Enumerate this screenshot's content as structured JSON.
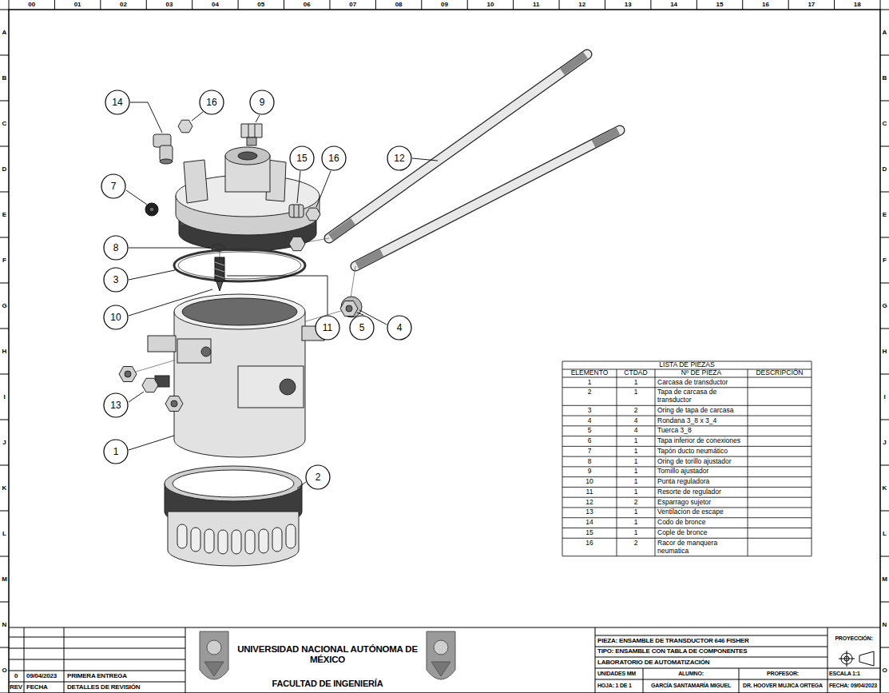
{
  "diagram": {
    "nodes": [
      {
        "text": [
          "14"
        ]
      },
      {
        "text": [
          "16"
        ]
      },
      {
        "text": [
          "9"
        ]
      },
      {
        "text": [
          "15"
        ]
      },
      {
        "text": [
          "16"
        ]
      },
      {
        "text": [
          "12"
        ]
      },
      {
        "text": [
          "7"
        ]
      },
      {
        "text": [
          "8"
        ]
      },
      {
        "text": [
          "3"
        ]
      },
      {
        "text": [
          "10"
        ]
      },
      {
        "text": [
          "11"
        ]
      },
      {
        "text": [
          "5"
        ]
      },
      {
        "text": [
          "4"
        ]
      },
      {
        "text": [
          "13"
        ]
      },
      {
        "text": [
          "1"
        ]
      },
      {
        "text": [
          "2"
        ]
      }
    ],
    "labels": [
      "00",
      "01",
      "02",
      "03",
      "04",
      "05",
      "06",
      "07",
      "08",
      "09",
      "10",
      "11",
      "12",
      "13",
      "14",
      "15",
      "16",
      "17",
      "18",
      "A",
      "B",
      "C",
      "D",
      "E",
      "F",
      "G",
      "H",
      "I",
      "J",
      "K",
      "L",
      "M",
      "N",
      "O",
      "A",
      "B",
      "C",
      "D",
      "E",
      "F",
      "G",
      "H",
      "I",
      "J",
      "K",
      "L",
      "M",
      "N",
      "O",
      "LISTA DE PIEZAS",
      "ELEMENTO",
      "CTDAD",
      "Nº DE PIEZA",
      "DESCRIPCIÓN",
      "1",
      "1",
      "Carcasa de transductor",
      "2",
      "1",
      "Tapa de carcasa de transductor",
      "3",
      "2",
      "Oring de tapa de carcasa",
      "4",
      "4",
      "Rondana 3_8 x 3_4",
      "5",
      "4",
      "Tuerca 3_8",
      "6",
      "1",
      "Tapa inferior de conexiones",
      "7",
      "1",
      "Tapón ducto neumático",
      "8",
      "1",
      "Oring de torillo ajustador",
      "9",
      "1",
      "Tornillo ajustador",
      "10",
      "1",
      "Punta reguladora",
      "11",
      "1",
      "Resorte de regulador",
      "12",
      "2",
      "Esparrago sujetor",
      "13",
      "1",
      "Ventilacion de escape",
      "14",
      "1",
      "Codo de bronce",
      "15",
      "1",
      "Cople de bronce",
      "16",
      "2",
      "Racor de manquera neumatica",
      "0",
      "09/04/2023",
      "PRIMERA ENTREGA",
      "REV",
      "FECHA",
      "DETALLES DE REVISIÓN",
      "UNIVERSIDAD NACIONAL AUTÓNOMA DE MÉXICO",
      "FACULTAD DE INGENIERÍA",
      "PIEZA: ENSAMBLE DE TRANSDUCTOR 646 FISHER",
      "TIPO: ENSAMBLE CON TABLA DE COMPONENTES",
      "LABORATORIO DE AUTOMATIZACIÓN",
      "UNIDADES MM",
      "ALUMNO:",
      "PROFESOR:",
      "ESCALA 1:1",
      "HOJA: 1 DE 1",
      "GARCÍA SANTAMARÍA MIGUEL",
      "DR. HOOVER MUJICA ORTEGA",
      "FECHA: 09/04/2023",
      "PROYECCIÓN:"
    ]
  }
}
